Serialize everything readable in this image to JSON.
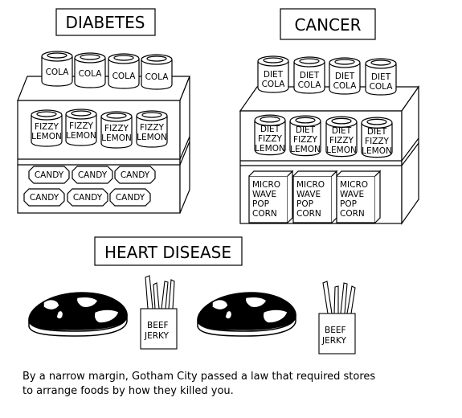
{
  "panels": {
    "diabetes": {
      "title": "DIABETES",
      "shelf1_item": "COLA",
      "shelf2_item": [
        "FIZZY",
        "LEMON"
      ],
      "shelf3_item": "CANDY"
    },
    "cancer": {
      "title": "CANCER",
      "shelf1_item": [
        "DIET",
        "COLA"
      ],
      "shelf2_item": [
        "DIET",
        "FIZZY",
        "LEMON"
      ],
      "shelf3_item": [
        "MICRO",
        "WAVE",
        "POP",
        "CORN"
      ]
    },
    "heart_disease": {
      "title": "HEART DISEASE",
      "jerky_label": [
        "BEEF",
        "JERKY"
      ]
    }
  },
  "caption": [
    "By a narrow margin, Gotham City passed a law that required stores",
    "to arrange foods by how they killed you."
  ]
}
